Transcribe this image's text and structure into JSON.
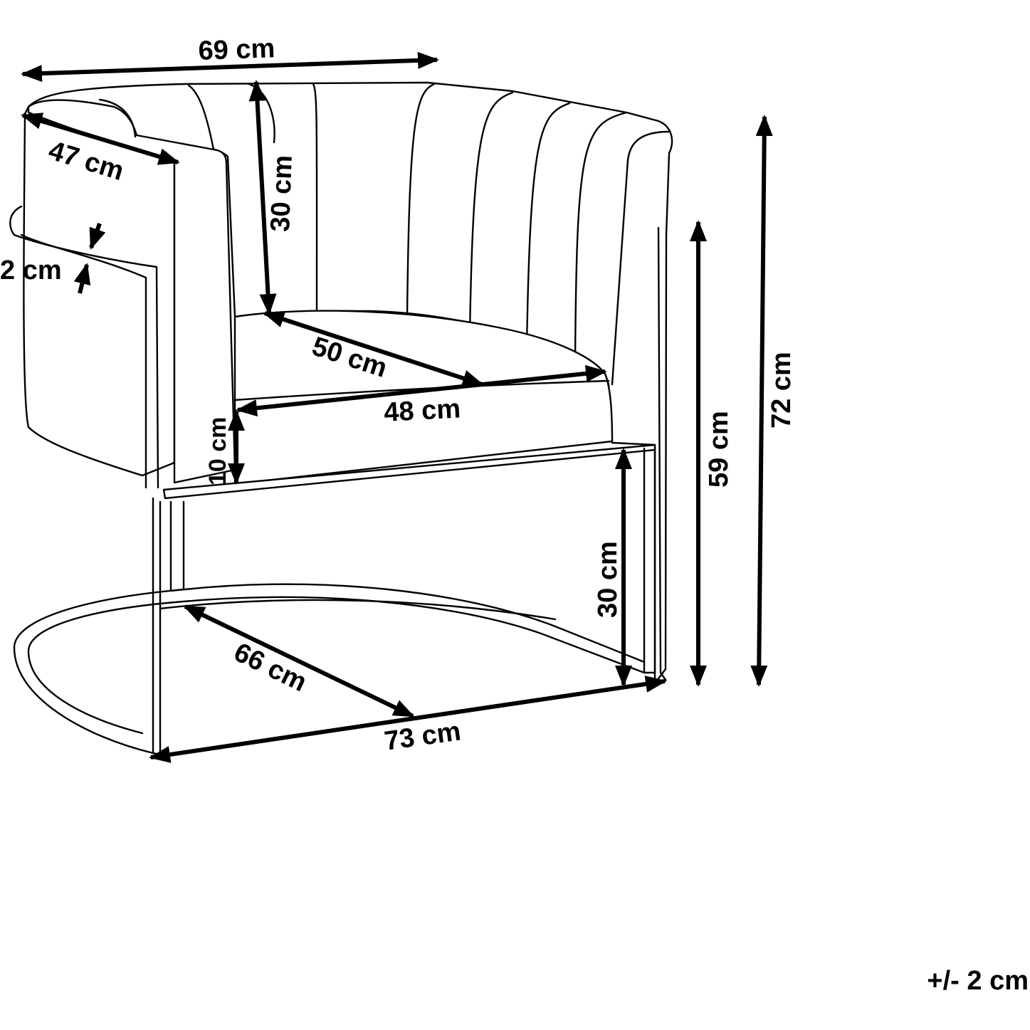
{
  "labels": {
    "overall_width": "69 cm",
    "armrest_depth": "47 cm",
    "backrest_height": "30 cm",
    "frame_thickness": "2 cm",
    "seat_depth": "50 cm",
    "seat_width": "48 cm",
    "seat_thickness": "10 cm",
    "leg_height": "30 cm",
    "seat_height": "59 cm",
    "total_height": "72 cm",
    "base_depth": "66 cm",
    "base_width": "73 cm"
  },
  "tolerance": "+/- 2 cm",
  "colors": {
    "ink": "#000000",
    "paper": "#ffffff"
  }
}
